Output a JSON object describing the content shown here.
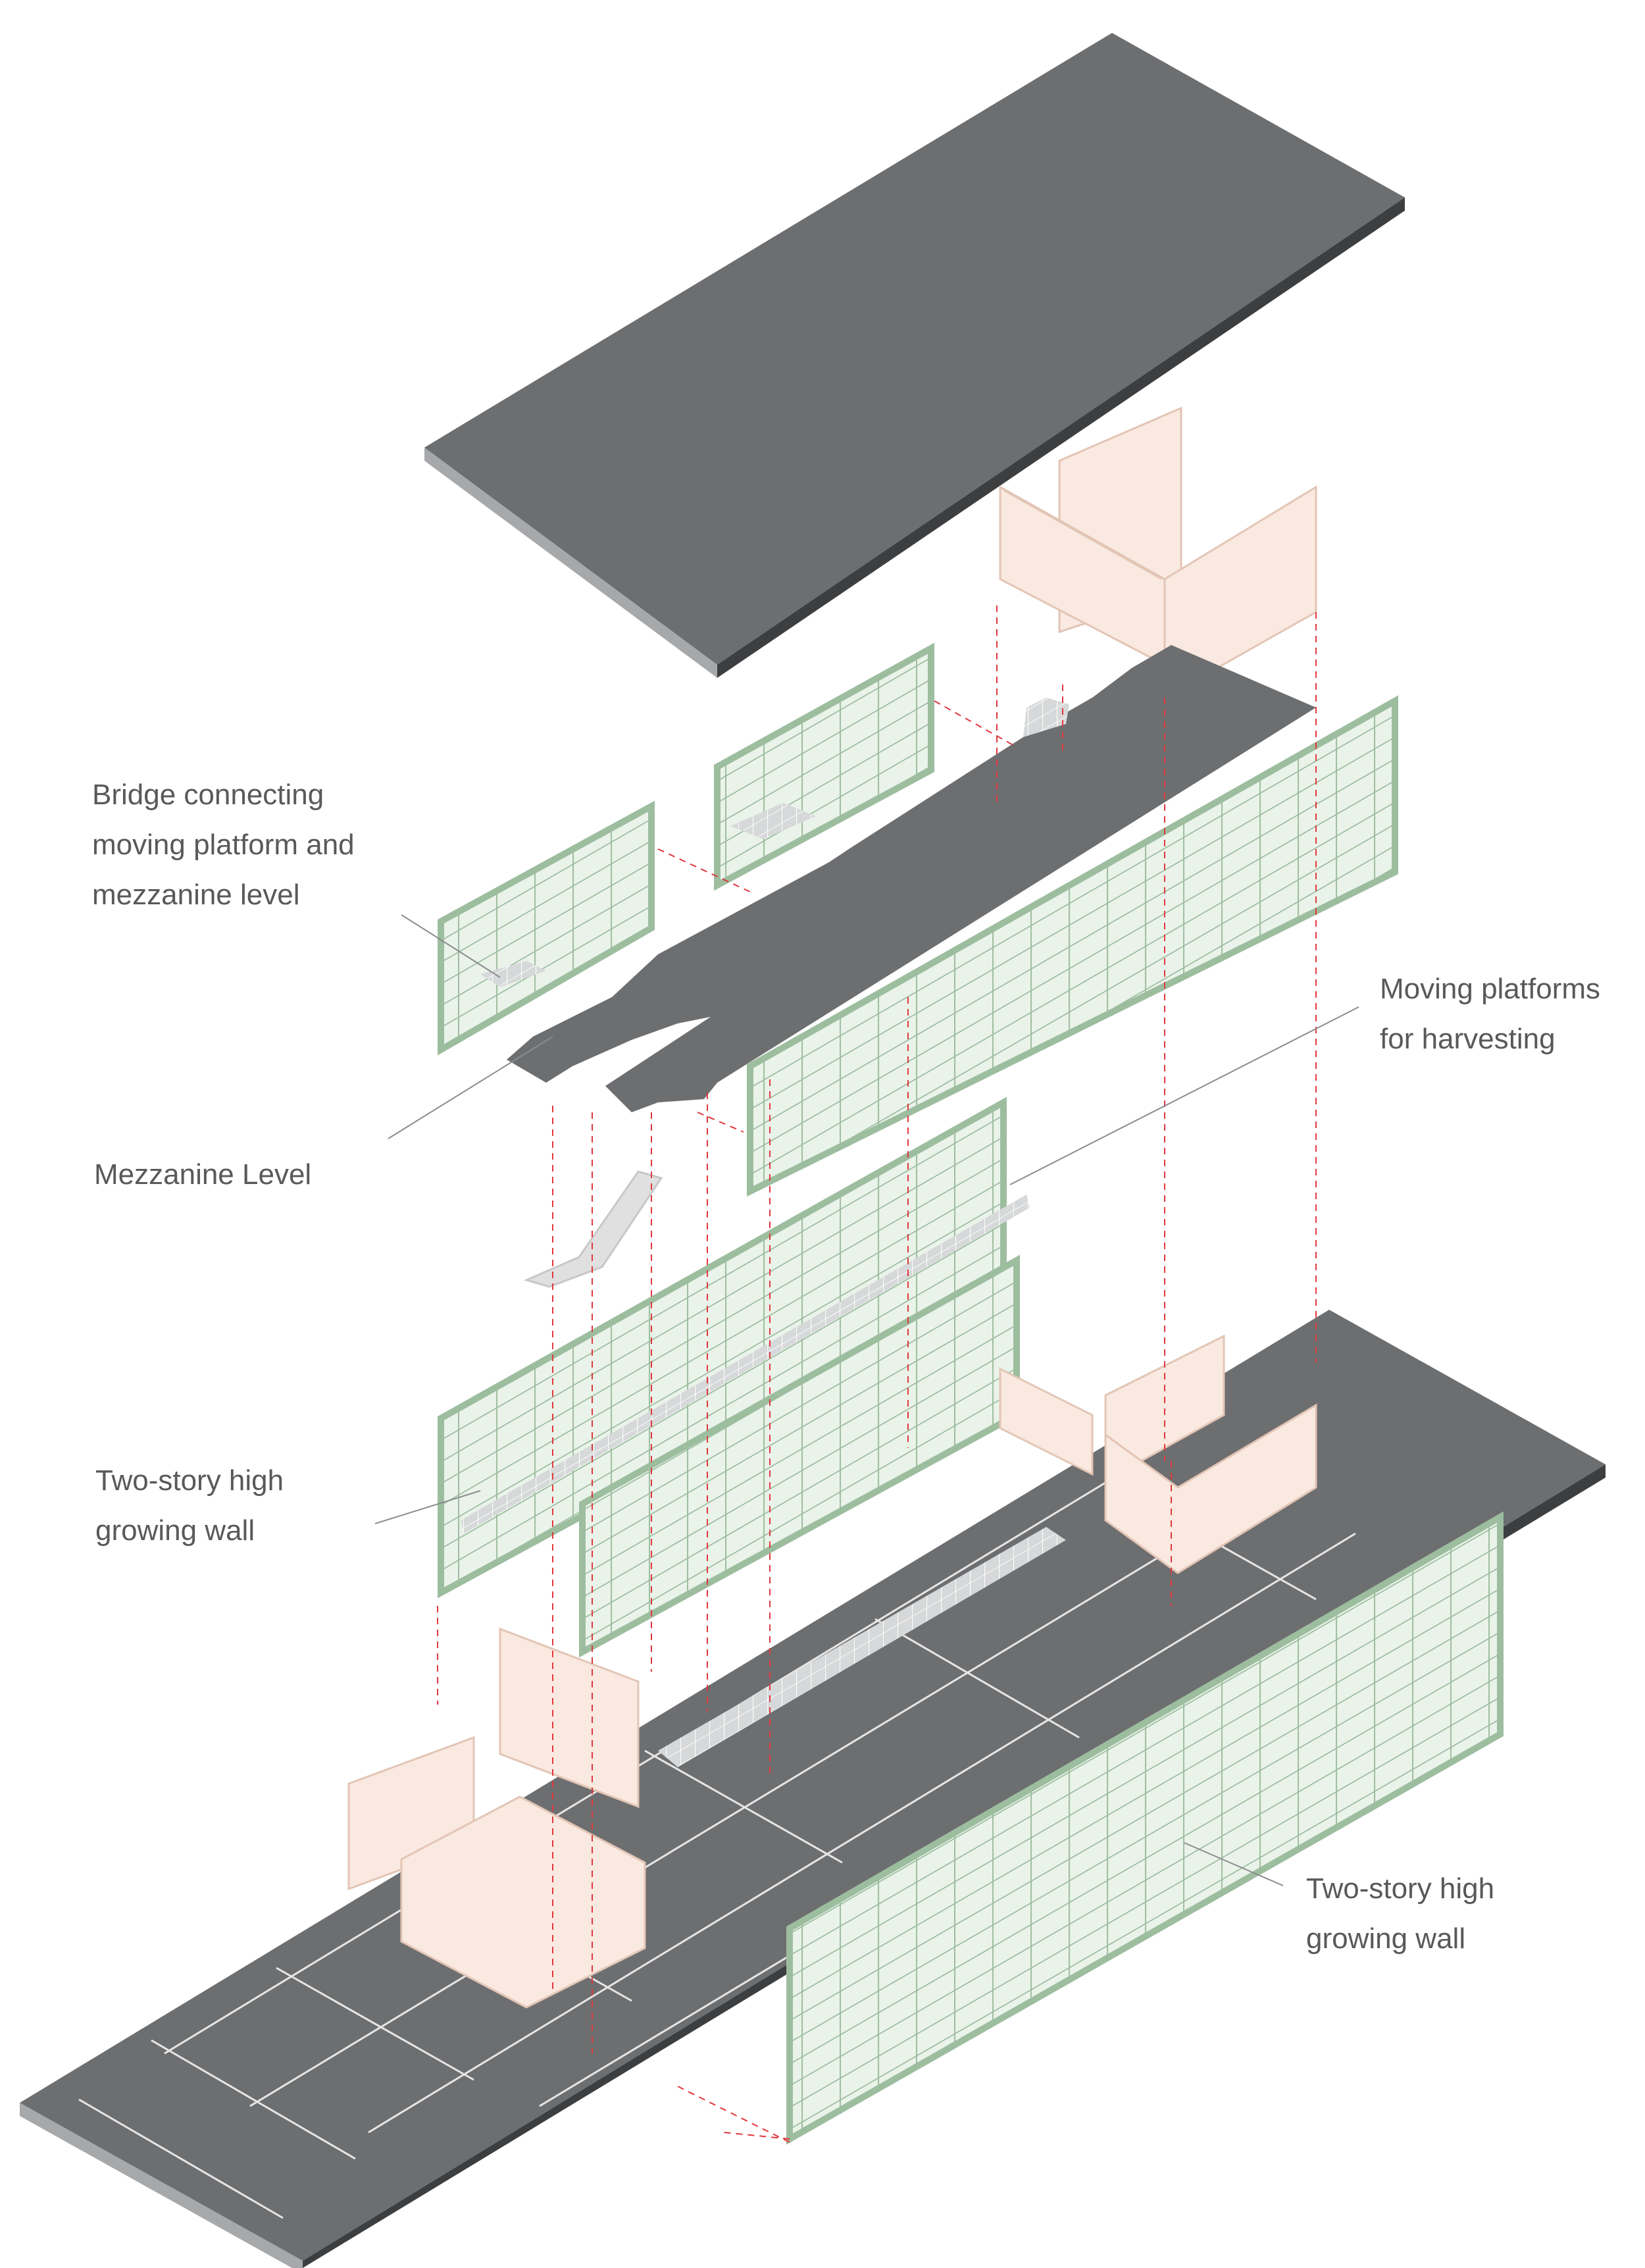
{
  "labels": {
    "bridge": "Bridge connecting\nmoving platform and\nmezzanine level",
    "mezzanine": "Mezzanine Level",
    "moving_platforms": "Moving platforms\nfor harvesting",
    "wall_left": "Two-story high\ngrowing wall",
    "wall_right": "Two-story high\ngrowing wall"
  },
  "colors": {
    "slab": "#6d6e70",
    "slab_edge": "#3d3e40",
    "wall_frame": "#9dbd9f",
    "wall_fill": "#eaf3ea",
    "room_wall": "#f9e9e1",
    "room_edge": "#e3c5b5",
    "guide": "#e0383e",
    "leader": "#8a8c8e",
    "plan_line": "#e6e6e6",
    "label": "#58595b"
  }
}
